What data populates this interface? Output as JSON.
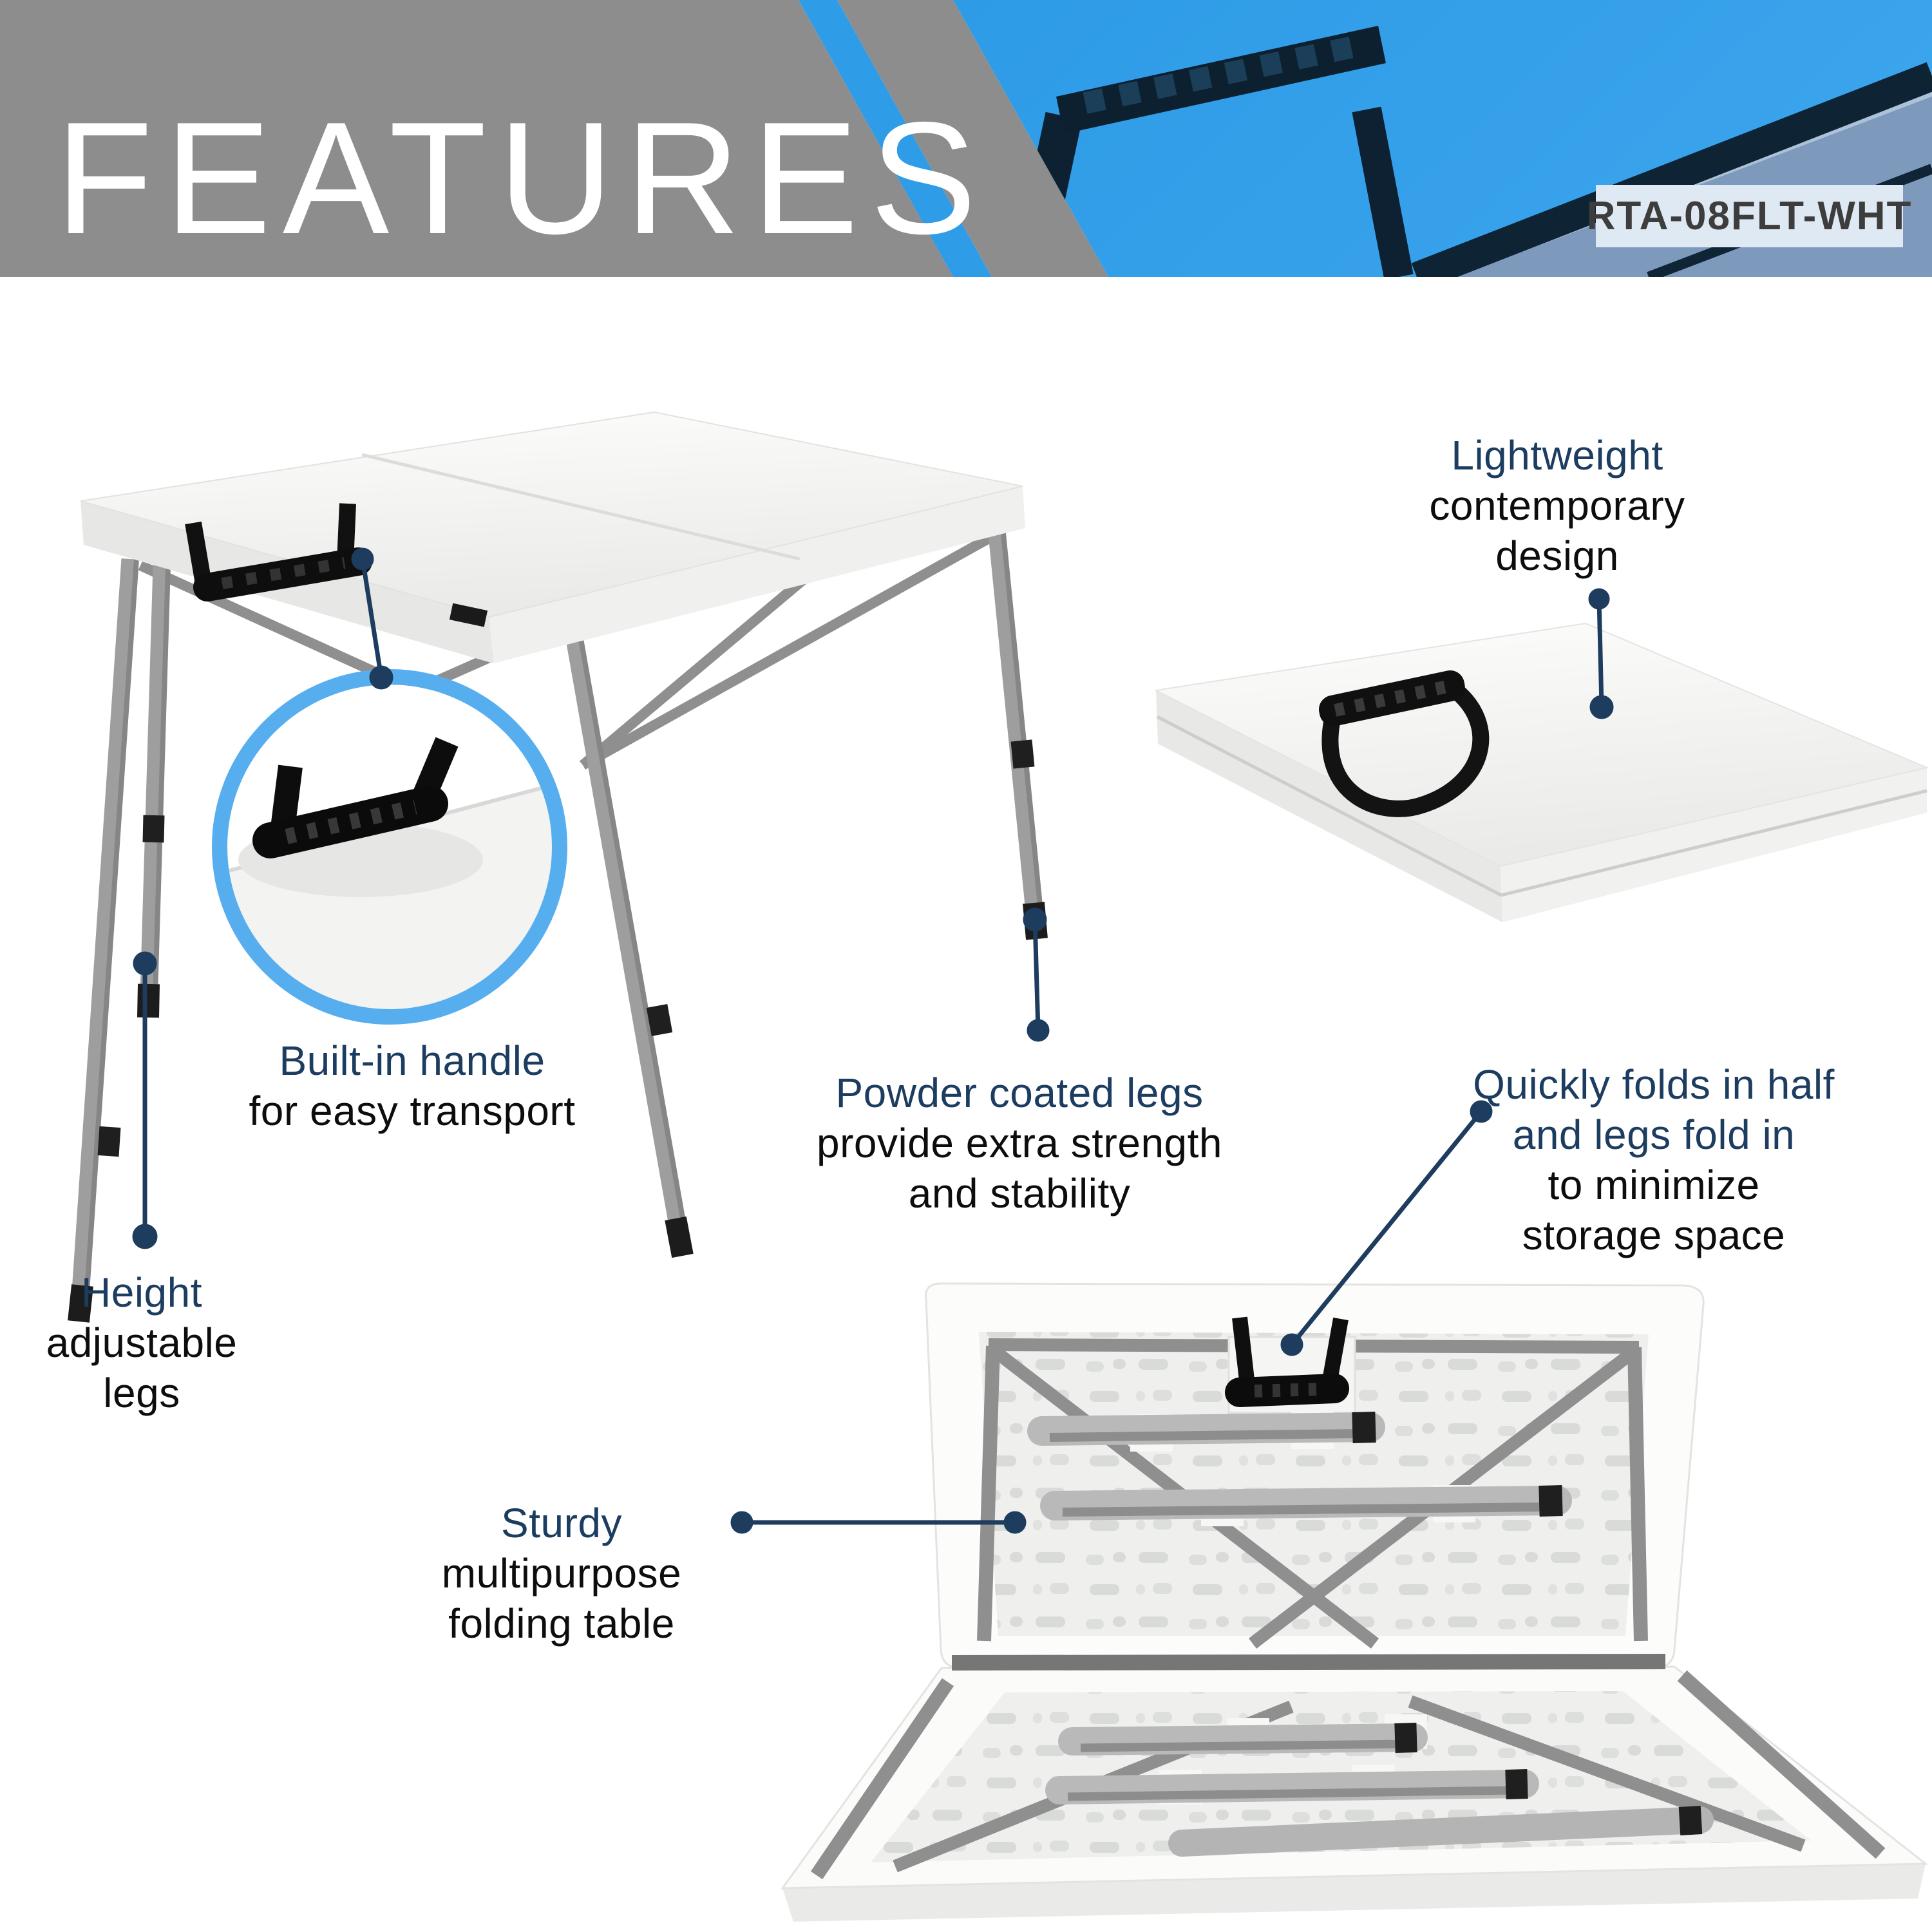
{
  "header": {
    "title": "FEATURES",
    "model_badge": "RTA-08FLT-WHT"
  },
  "callouts": {
    "lightweight": {
      "l1": "Lightweight",
      "l2": "contemporary",
      "l3": "design"
    },
    "handle": {
      "l1": "Built-in handle",
      "l2": "for easy transport"
    },
    "powder": {
      "l1": "Powder coated legs",
      "l2": "provide extra strength",
      "l3": "and stability"
    },
    "folds": {
      "l1": "Quickly folds in half",
      "l2": "and legs fold in",
      "l3": "to minimize",
      "l4": "storage space"
    },
    "height": {
      "l1": "Height",
      "l2": "adjustable",
      "l3": "legs"
    },
    "sturdy": {
      "l1": "Sturdy",
      "l2": "multipurpose",
      "l3": "folding table"
    }
  },
  "colors": {
    "header_gray": "#8d8d8d",
    "accent_blue": "#2f9ce8",
    "photo_navy": "#0d2334",
    "photo_slate": "#7d9abd",
    "badge_bg": "#dfe9f3",
    "badge_text": "#3d3d3d",
    "callout_navy": "#1c3c60",
    "callout_black": "#0d0d0d",
    "ring_blue": "#57aeef",
    "connector_navy": "#1d3c5e",
    "leg_gray": "#9e9e9e",
    "table_white": "#fbfbfa"
  }
}
